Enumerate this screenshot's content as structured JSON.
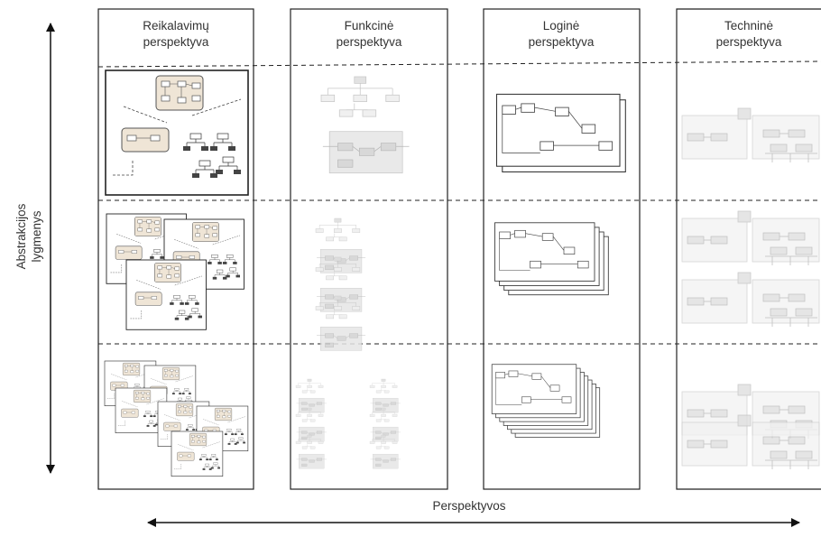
{
  "columns": [
    {
      "title": "Reikalavimų\nperspektyva"
    },
    {
      "title": "Funkcinė\nperspektyva"
    },
    {
      "title": "Loginė\nperspektyva"
    },
    {
      "title": "Techninė\nperspektyva"
    }
  ],
  "axes": {
    "y_label": "Abstrakcijos\nlygmenys",
    "x_label": "Perspektyvos"
  },
  "colors": {
    "line": "#222222",
    "thumb_beige": "#efe5d6",
    "thumb_gray": "#bdbdbd"
  }
}
